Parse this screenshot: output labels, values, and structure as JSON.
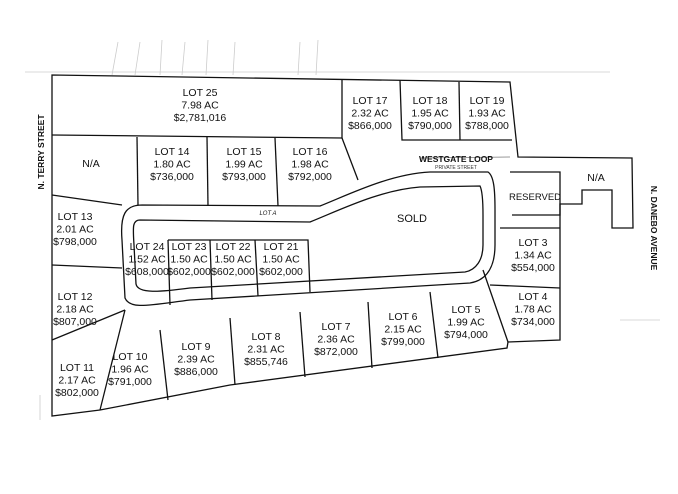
{
  "streets": {
    "terry": "N. TERRY STREET",
    "danebo": "N. DANEBO AVENUE",
    "westgate": "WESTGATE LOOP",
    "westgate_sub": "PRIVATE STREET"
  },
  "areas": {
    "sold": "SOLD",
    "lot_a": "LOT A",
    "reserved": "RESERVED",
    "na_west": "N/A",
    "na_east": "N/A"
  },
  "lots": [
    {
      "id": "lot-25",
      "name": "LOT 25",
      "acres": "7.98 AC",
      "price": "$2,781,016"
    },
    {
      "id": "lot-17",
      "name": "LOT 17",
      "acres": "2.32 AC",
      "price": "$866,000"
    },
    {
      "id": "lot-18",
      "name": "LOT 18",
      "acres": "1.95 AC",
      "price": "$790,000"
    },
    {
      "id": "lot-19",
      "name": "LOT 19",
      "acres": "1.93 AC",
      "price": "$788,000"
    },
    {
      "id": "lot-14",
      "name": "LOT 14",
      "acres": "1.80 AC",
      "price": "$736,000"
    },
    {
      "id": "lot-15",
      "name": "LOT 15",
      "acres": "1.99 AC",
      "price": "$793,000"
    },
    {
      "id": "lot-16",
      "name": "LOT 16",
      "acres": "1.98 AC",
      "price": "$792,000"
    },
    {
      "id": "lot-13",
      "name": "LOT 13",
      "acres": "2.01 AC",
      "price": "$798,000"
    },
    {
      "id": "lot-24",
      "name": "LOT 24",
      "acres": "1.52 AC",
      "price": "$608,000"
    },
    {
      "id": "lot-23",
      "name": "LOT 23",
      "acres": "1.50 AC",
      "price": "$602,000"
    },
    {
      "id": "lot-22",
      "name": "LOT 22",
      "acres": "1.50 AC",
      "price": "$602,000"
    },
    {
      "id": "lot-21",
      "name": "LOT 21",
      "acres": "1.50 AC",
      "price": "$602,000"
    },
    {
      "id": "lot-3",
      "name": "LOT 3",
      "acres": "1.34 AC",
      "price": "$554,000"
    },
    {
      "id": "lot-4",
      "name": "LOT 4",
      "acres": "1.78 AC",
      "price": "$734,000"
    },
    {
      "id": "lot-12",
      "name": "LOT 12",
      "acres": "2.18 AC",
      "price": "$807,000"
    },
    {
      "id": "lot-5",
      "name": "LOT 5",
      "acres": "1.99 AC",
      "price": "$794,000"
    },
    {
      "id": "lot-6",
      "name": "LOT 6",
      "acres": "2.15 AC",
      "price": "$799,000"
    },
    {
      "id": "lot-7",
      "name": "LOT 7",
      "acres": "2.36 AC",
      "price": "$872,000"
    },
    {
      "id": "lot-8",
      "name": "LOT 8",
      "acres": "2.31 AC",
      "price": "$855,746"
    },
    {
      "id": "lot-9",
      "name": "LOT 9",
      "acres": "2.39 AC",
      "price": "$886,000"
    },
    {
      "id": "lot-10",
      "name": "LOT 10",
      "acres": "1.96 AC",
      "price": "$791,000"
    },
    {
      "id": "lot-11",
      "name": "LOT 11",
      "acres": "2.17 AC",
      "price": "$802,000"
    }
  ]
}
